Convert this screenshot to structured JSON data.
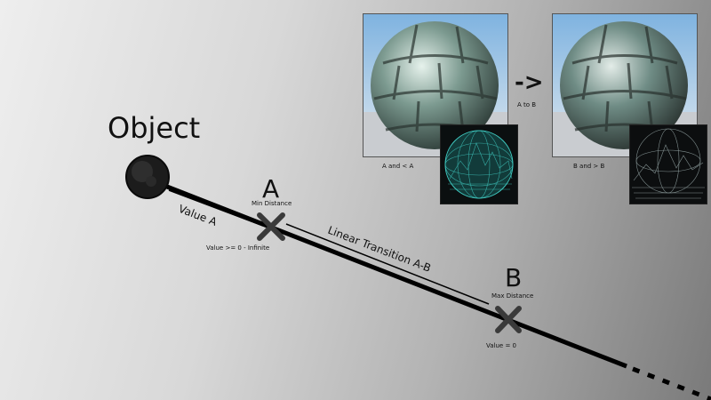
{
  "diagram": {
    "object_label": "Object",
    "point_a": {
      "letter": "A",
      "caption": "Min Distance",
      "value_note": "Value >= 0 - Infinite"
    },
    "point_b": {
      "letter": "B",
      "caption": "Max Distance",
      "value_note": "Value = 0"
    },
    "segment_a_label": "Value A",
    "segment_transition_label": "Linear Transition A-B",
    "arrow_text": "->",
    "arrow_caption": "A to B",
    "image_left_caption": "A and < A",
    "image_right_caption": "B and > B"
  },
  "colors": {
    "line": "#000000",
    "marker": "#3a3a3a",
    "hologram_teal": "#3fc9c0"
  }
}
